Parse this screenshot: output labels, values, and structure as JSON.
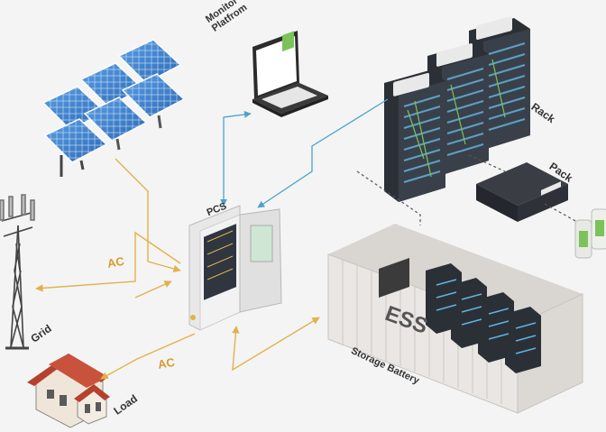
{
  "labels": {
    "monitor": "Monitor\nPlatfrom",
    "rack": "Rack",
    "pack": "Pack",
    "pcs": "PCS",
    "ac_top": "AC",
    "ac_bottom": "AC",
    "grid": "Grid",
    "load": "Load",
    "storage": "Storage Battery",
    "ess": "ESS"
  },
  "colors": {
    "ac_line": "#e2b24a",
    "data_line": "#4aa3c9",
    "dashed": "#555555",
    "panel": "#3f7ecb",
    "rack_body": "#2b2f36",
    "pcs_body": "#e8e8e8",
    "container": "#e9e6e3",
    "roof": "#b5412e"
  }
}
